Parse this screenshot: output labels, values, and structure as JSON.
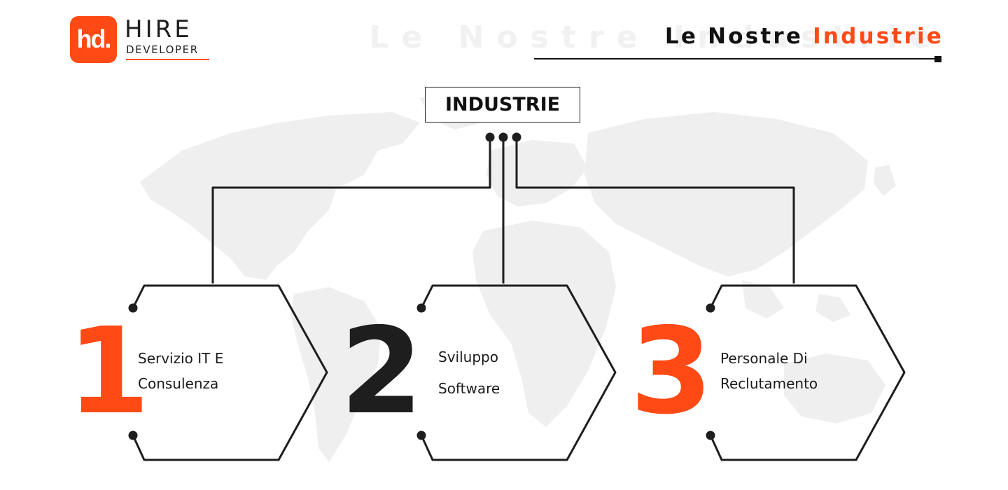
{
  "logo": {
    "mark": "hd.",
    "word_1": "HIRE",
    "word_2": "DEVELOPER"
  },
  "heading": {
    "ghost": "Le Nostre Industrie",
    "main": "Le Nostre ",
    "accent": "Industrie"
  },
  "diagram": {
    "root": "INDUSTRIE",
    "items": [
      {
        "number": "1",
        "line_1": "Servizio IT E",
        "line_2": "Consulenza"
      },
      {
        "number": "2",
        "line_1": "Sviluppo",
        "line_2": "Software"
      },
      {
        "number": "3",
        "line_1": "Personale Di",
        "line_2": "Reclutamento"
      }
    ]
  },
  "colors": {
    "accent": "#ff4a15",
    "dark": "#1e1e1e",
    "map": "#efefef"
  }
}
